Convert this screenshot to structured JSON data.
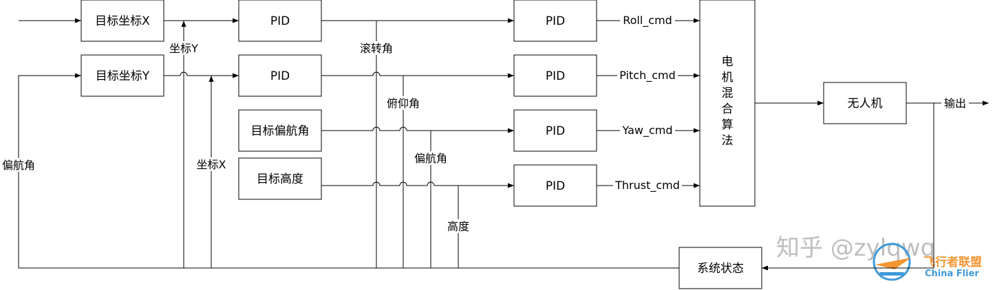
{
  "blocks": {
    "target_x": "目标坐标X",
    "target_y": "目标坐标Y",
    "target_yaw": "目标偏航角",
    "target_alt": "目标高度",
    "pid": "PID",
    "mixer": [
      "电",
      "机",
      "混",
      "合",
      "算",
      "法"
    ],
    "uav": "无人机",
    "state": "系统状态"
  },
  "signals": {
    "roll_cmd": "Roll_cmd",
    "pitch_cmd": "Pitch_cmd",
    "yaw_cmd": "Yaw_cmd",
    "thrust_cmd": "Thrust_cmd",
    "output": "输出",
    "coord_y": "坐标Y",
    "coord_x": "坐标X",
    "roll_angle": "滚转角",
    "pitch_angle": "俯仰角",
    "yaw_angle_left": "偏航角",
    "yaw_angle": "偏航角",
    "altitude": "高度"
  },
  "watermark": {
    "text": "知乎 @zylqwq",
    "logo_cn": "飞行者联盟",
    "logo_en": "China Flier"
  }
}
